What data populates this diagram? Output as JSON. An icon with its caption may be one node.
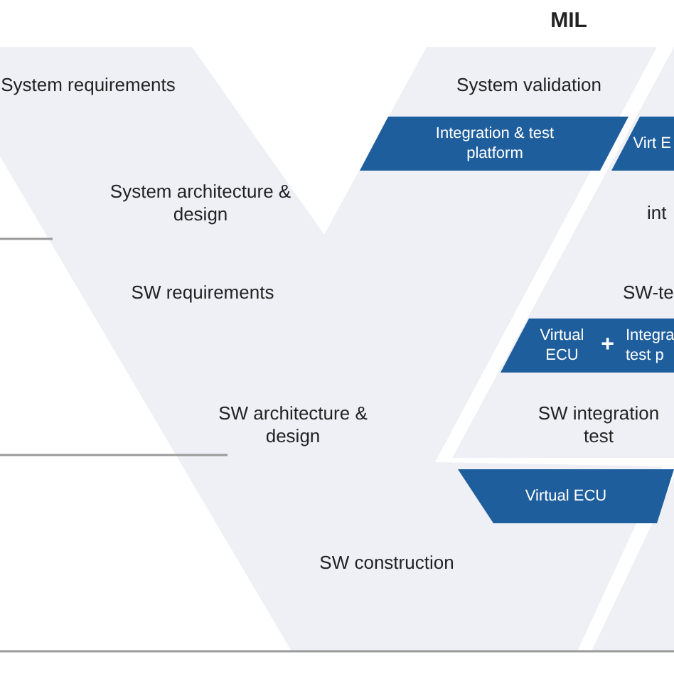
{
  "diagram": {
    "nodes": [
      {
        "text": [
          "System requirements"
        ]
      },
      {
        "text": [
          "System architecture & design"
        ]
      },
      {
        "text": [
          "SW requirements"
        ]
      },
      {
        "text": [
          "SW architecture & design"
        ]
      },
      {
        "text": [
          "SW construction"
        ]
      },
      {
        "text": [
          "System validation"
        ]
      },
      {
        "text": [
          "Integration & test platform"
        ]
      },
      {
        "text": [
          "Virt E"
        ]
      },
      {
        "text": [
          "int"
        ]
      },
      {
        "text": [
          "SW-te"
        ]
      },
      {
        "text": [
          "Virtual ECU",
          "+",
          "Integra test p"
        ]
      },
      {
        "text": [
          "SW integration test"
        ]
      },
      {
        "text": [
          "Virtual ECU"
        ]
      }
    ],
    "labels": [
      "MIL"
    ]
  }
}
